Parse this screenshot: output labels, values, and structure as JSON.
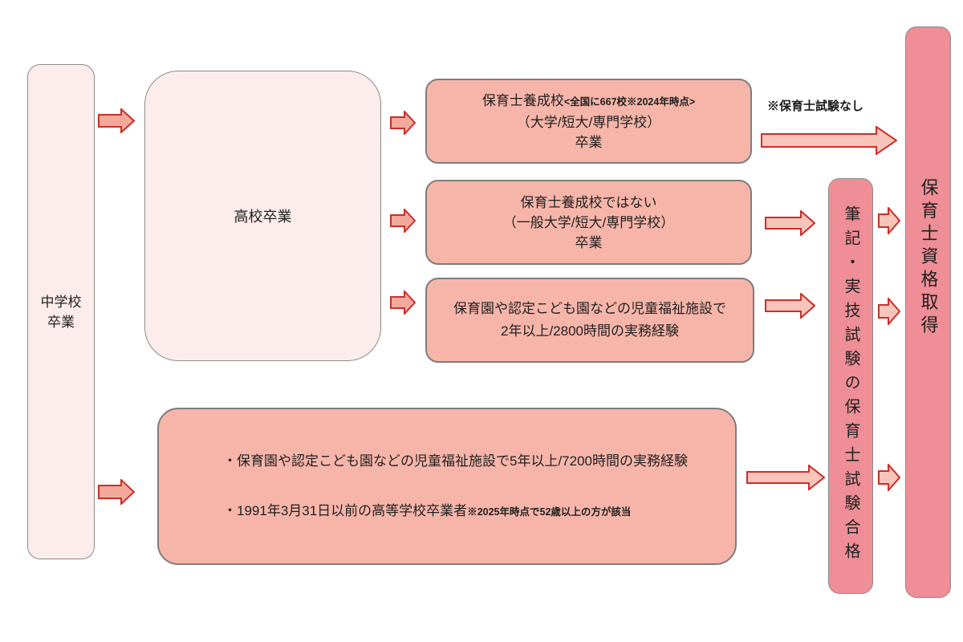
{
  "palette": {
    "background": "#ffffff",
    "light_box_fill": "#fdecec",
    "mid_box_fill": "#f7b5a9",
    "dark_box_fill": "#ef8e96",
    "box_border_gray": "#8a8a8a",
    "arrow_border_red": "#cc2e29",
    "arrow_fill_strong": "#f3aa9d",
    "arrow_fill_light": "#f9c5bb",
    "text_color": "#1f1f1f"
  },
  "boxes": {
    "middle_school": {
      "line1": "中学校",
      "line2": "卒業"
    },
    "high_school": {
      "label": "高校卒業"
    },
    "training_school": {
      "title": "保育士養成校",
      "title_note": "<全国に667校※2024年時点>",
      "line2": "（大学/短大/専門学校）",
      "line3": "卒業"
    },
    "non_training_school": {
      "line1": "保育士養成校ではない",
      "line2": "（一般大学/短大/専門学校）",
      "line3": "卒業"
    },
    "experience_2y": {
      "line1": "保育園や認定こども園などの児童福祉施設で",
      "line2": "2年以上/2800時間の実務経験"
    },
    "alt_route": {
      "bullet1": "・保育園や認定こども園などの児童福祉施設で5年以上/7200時間の実務経験",
      "bullet2": "・1991年3月31日以前の高等学校卒業者",
      "bullet2_note": "※2025年時点で52歳以上の方が該当"
    },
    "exam_pass": {
      "label": "筆記・実技試験の保育士試験合格"
    },
    "qualification": {
      "label": "保育士資格取得"
    }
  },
  "annotations": {
    "no_exam_note": "※保育士試験なし"
  }
}
